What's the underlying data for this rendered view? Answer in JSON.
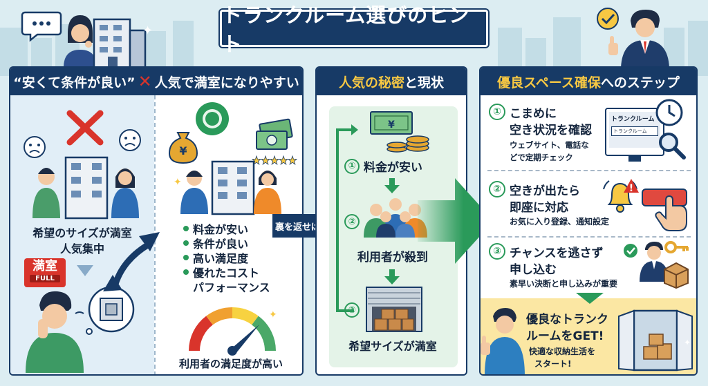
{
  "title": "トランクルーム選びのヒント",
  "colors": {
    "navy": "#173a66",
    "green": "#2a9a5a",
    "yellow": "#f7c843",
    "red": "#d9342b",
    "sky": "#dcedf2"
  },
  "left_panel": {
    "heading_part1": "“安くて条件が良い”",
    "heading_cross": "✕",
    "heading_part2": "人気で満室になりやすい",
    "problem_line1": "希望のサイズが満室",
    "problem_line2": "人気集中",
    "full_sign_main": "満室",
    "full_sign_sub": "FULL",
    "bullets": [
      "料金が安い",
      "条件が良い",
      "高い満足度",
      "優れたコスト",
      "パフォーマンス"
    ],
    "gauge_caption": "利用者の満足度が高い",
    "money_symbol": "¥"
  },
  "arrow_label": "裏を返せば…",
  "middle_panel": {
    "heading_part1": "人気の秘密",
    "heading_part2": "と現状",
    "steps": [
      {
        "num": "①",
        "label": "料金が安い"
      },
      {
        "num": "②",
        "label": "利用者が殺到"
      },
      {
        "num": "③",
        "label": "希望サイズが満室"
      }
    ],
    "bill_symbol": "¥"
  },
  "right_panel": {
    "heading_part1": "優良スペース確保",
    "heading_part2": "へのステップ",
    "steps": [
      {
        "num": "①",
        "title_line1": "こまめに",
        "title_line2": "空き状況を確認",
        "desc_line1": "ウェブサイト、電話な",
        "desc_line2": "どで定期チェック",
        "screen_title": "トランクルーム",
        "screen_search": "トランクルーム"
      },
      {
        "num": "②",
        "title_line1": "空きが出たら",
        "title_line2": "即座に対応",
        "desc_line1": "お気に入り登録、通知設定"
      },
      {
        "num": "③",
        "title_line1": "チャンスを逃さず",
        "title_line2": "申し込む",
        "desc_line1": "素早い決断と申し込みが重要"
      }
    ],
    "cta_line1": "優良なトランク",
    "cta_line2": "ルームをGET!",
    "cta_sub1": "快適な収納生活を",
    "cta_sub2": "スタート!"
  },
  "icons": [
    "speech-bubble-icon",
    "sad-face-icon",
    "x-mark-icon",
    "money-bag-icon",
    "circle-ok-icon",
    "star-rating-icon",
    "gauge-icon",
    "cash-stack-icon",
    "crowd-icon",
    "storage-unit-icon",
    "monitor-icon",
    "clock-icon",
    "magnifier-icon",
    "bell-icon",
    "warning-icon",
    "button-press-icon",
    "check-icon",
    "key-icon",
    "box-icon",
    "thumbs-up-icon"
  ]
}
